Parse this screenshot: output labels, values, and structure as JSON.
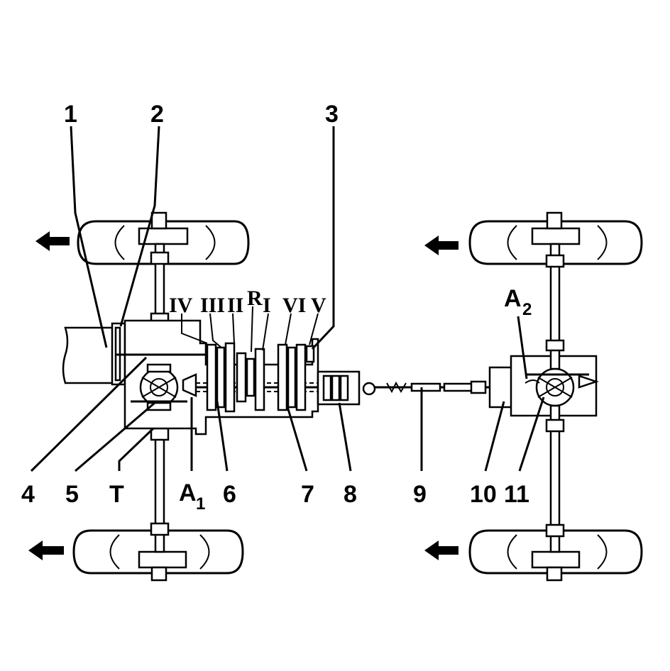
{
  "callouts": {
    "c1": "1",
    "c2": "2",
    "c3": "3",
    "c4": "4",
    "c5": "5",
    "cT": "T",
    "cA1_main": "A",
    "cA1_sub": "1",
    "c6": "6",
    "c7": "7",
    "c8": "8",
    "c9": "9",
    "c10": "10",
    "c11": "11",
    "cA2_main": "A",
    "cA2_sub": "2"
  },
  "gears": {
    "g4": "IV",
    "g3": "III",
    "g2": "II",
    "gR": "R",
    "g1": "I",
    "g6": "VI",
    "g5": "V"
  }
}
